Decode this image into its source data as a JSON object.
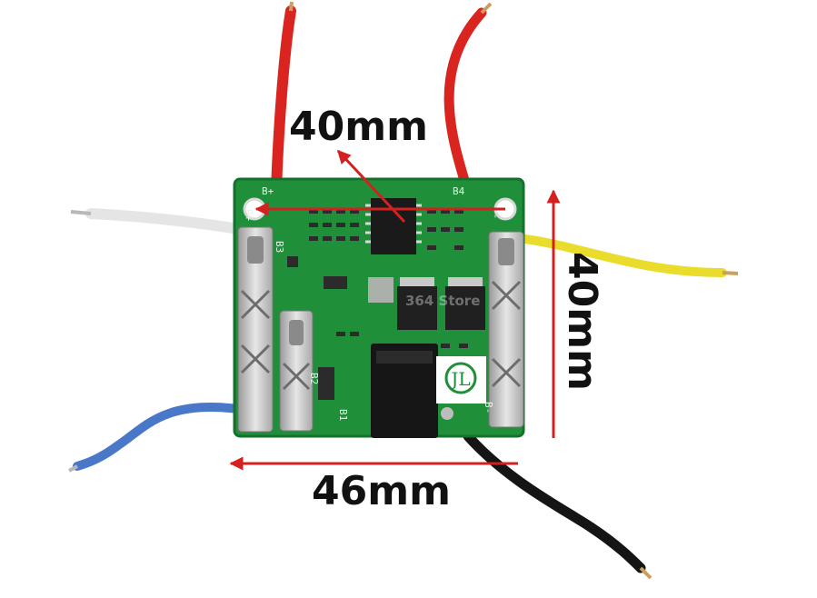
{
  "dimensions": {
    "top": "40mm",
    "right": "40mm",
    "bottom": "46mm"
  },
  "board_markings": {
    "b_plus": "B+",
    "p_plus": "P+",
    "b4": "B4",
    "p_minus": "P-",
    "b3": "B3",
    "b2": "B2",
    "b1": "B1",
    "b_minus": "B-",
    "watermark": "364 Store"
  },
  "colors": {
    "pcb": "#1f8f3a",
    "arrow": "#d42020",
    "wire_red": "#d9241f",
    "wire_white": "#f2f2f2",
    "wire_yellow": "#e9dc2a",
    "wire_blue": "#4a78c8",
    "wire_black": "#151515"
  }
}
